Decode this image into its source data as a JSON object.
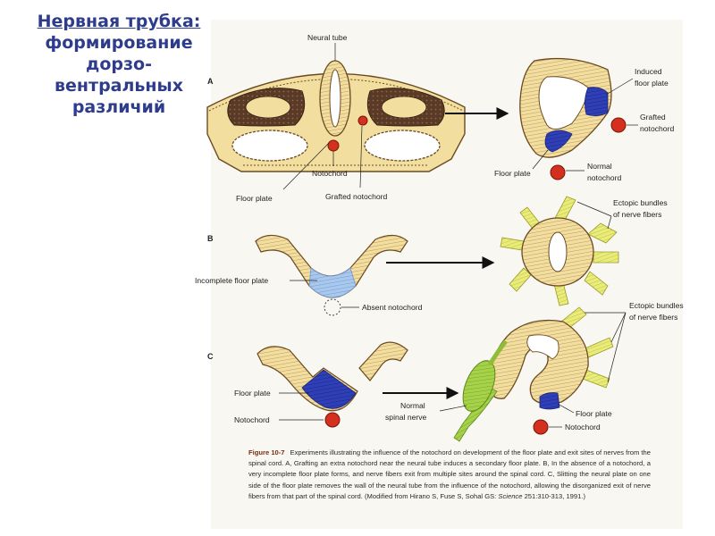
{
  "slide": {
    "title_lines": [
      "Нервная трубка:",
      "формирование",
      "дорзо-вентральных",
      "различий"
    ],
    "title_color": "#2e3c8c"
  },
  "figure": {
    "panels": {
      "a": "A",
      "b": "B",
      "c": "C"
    },
    "labels": {
      "neural_tube": "Neural tube",
      "notochord": "Notochord",
      "floor_plate_a": "Floor plate",
      "grafted_notochord": "Grafted notochord",
      "induced_floor_plate": [
        "Induced",
        "floor plate"
      ],
      "grafted_notochord_right": [
        "Grafted",
        "notochord"
      ],
      "floor_plate_a_right": "Floor plate",
      "normal_notochord": [
        "Normal",
        "notochord"
      ],
      "ectopic_bundles_b": [
        "Ectopic bundles",
        "of nerve fibers"
      ],
      "incomplete_floor_plate": "Incomplete floor plate",
      "absent_notochord": "Absent notochord",
      "ectopic_bundles_c": [
        "Ectopic bundles",
        "of nerve fibers"
      ],
      "floor_plate_c": "Floor plate",
      "notochord_c": "Notochord",
      "normal_spinal_nerve": [
        "Normal",
        "spinal nerve"
      ],
      "floor_plate_c_right": "Floor plate",
      "notochord_c_right": "Notochord"
    },
    "colors": {
      "tissue": "#f2dfa0",
      "floor_plate": "#2f3fb8",
      "incomplete_floor_plate": "#a9c8ee",
      "notochord": "#d43020",
      "somite": "#5a3a26",
      "nerve_fibers": "#e9ec78",
      "spinal_nerve": "#9acd3e"
    },
    "caption": {
      "figure_number": "Figure 10-7",
      "text_before_journal": "Experiments illustrating the influence of the notochord on development of the floor plate and exit sites of nerves from the spinal cord. A, Grafting an extra notochord near the neural tube induces a secondary floor plate. B, In the absence of a notochord, a very incomplete floor plate forms, and nerve fibers exit from multiple sites around the spinal cord. C, Slitting the neural plate on one side of the floor plate removes the wall of the neural tube from the influence of the notochord, allowing the disorganized exit of nerve fibers from that part of the spinal cord. (Modified from Hirano S, Fuse S, Sohal GS:",
      "journal": "Science",
      "text_after_journal": "251:310-313, 1991.)"
    }
  }
}
